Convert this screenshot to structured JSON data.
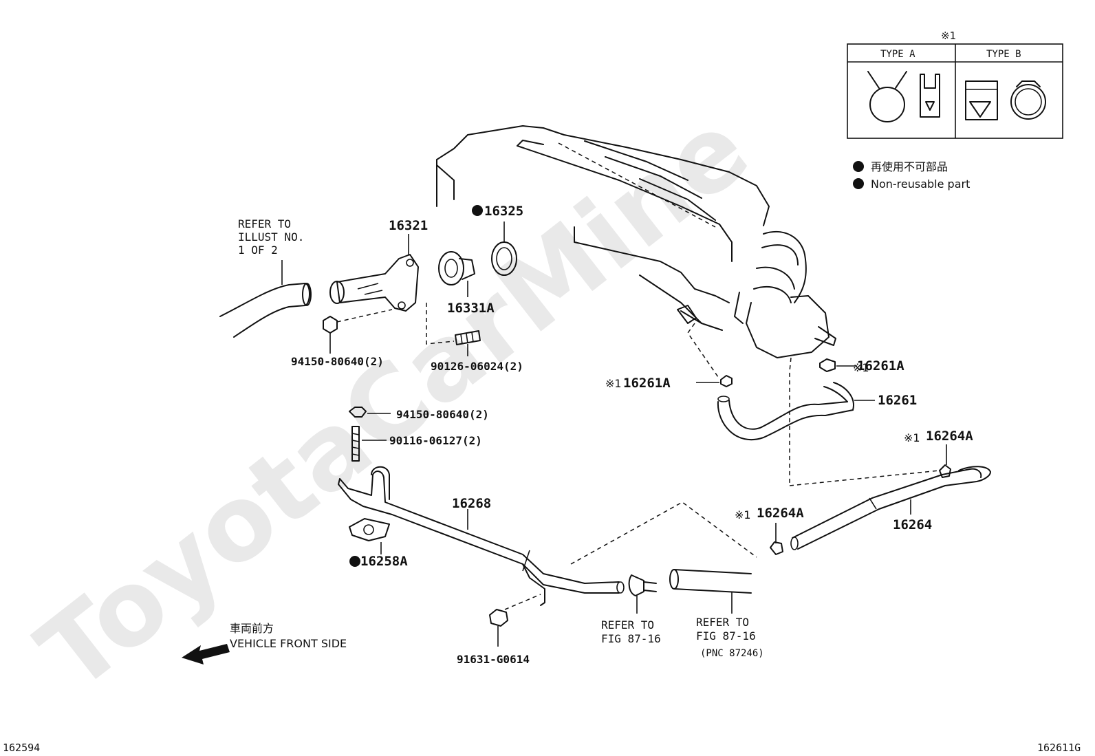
{
  "watermark": "ToyotaCarMine",
  "footer": {
    "left_code": "162594",
    "right_code": "162611G"
  },
  "legend_box": {
    "note_mark": "※1",
    "type_a": "TYPE A",
    "type_b": "TYPE B"
  },
  "non_reusable": {
    "japanese": "再使用不可部品",
    "english": "Non-reusable part"
  },
  "direction": {
    "japanese": "車両前方",
    "english": "VEHICLE FRONT SIDE"
  },
  "refer_illust": [
    "REFER TO",
    "ILLUST NO.",
    "1 OF 2"
  ],
  "refer_fig_a": [
    "REFER TO",
    "FIG 87-16"
  ],
  "refer_fig_b": [
    "REFER TO",
    "FIG 87-16",
    "(PNC 87246)"
  ],
  "parts": {
    "p16321": "16321",
    "p16325": "16325",
    "p16331A": "16331A",
    "p94150_top": "94150-80640(2)",
    "p90126": "90126-06024(2)",
    "p16261A_right": "16261A",
    "p16261A_left": "16261A",
    "p16261": "16261",
    "p94150_mid": "94150-80640(2)",
    "p90116": "90116-06127(2)",
    "p16268": "16268",
    "p16258A": "16258A",
    "p16264A_top": "16264A",
    "p16264": "16264",
    "p16264A_mid": "16264A",
    "p91631": "91631-G0614"
  },
  "mark_prefix": "※1"
}
